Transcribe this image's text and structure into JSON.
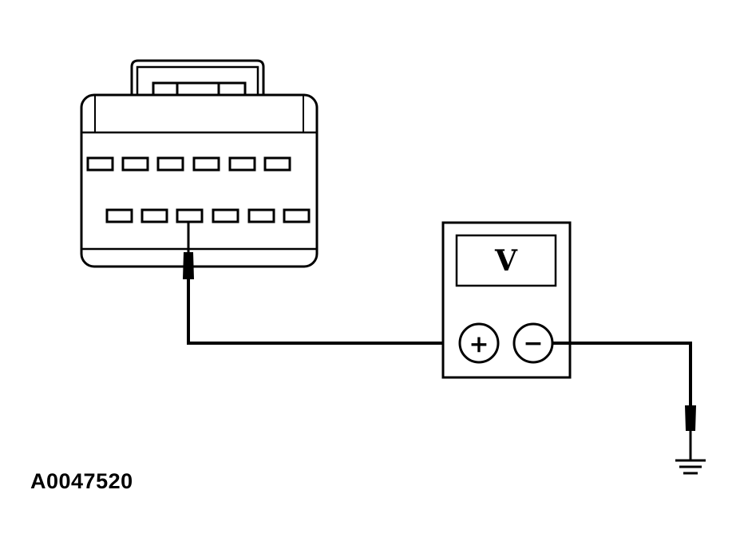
{
  "diagram": {
    "figure_id": "A0047520",
    "meter": {
      "display_symbol": "V",
      "positive_terminal_symbol": "+",
      "negative_terminal_symbol": "−"
    },
    "connector": {
      "upper_pin_row_count": 6,
      "lower_pin_row_count": 6
    },
    "colors": {
      "line": "#000000",
      "background": "#ffffff"
    },
    "icons": [
      "connector-icon",
      "voltmeter-icon",
      "probe-icon",
      "ground-symbol-icon"
    ]
  }
}
